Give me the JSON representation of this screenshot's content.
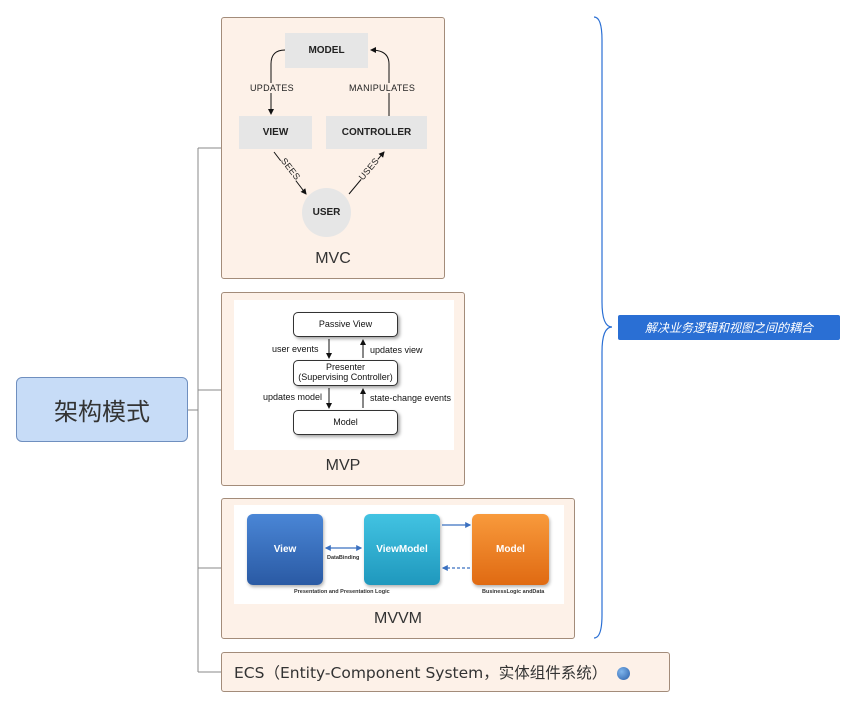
{
  "central_topic": "架构模式",
  "callout": "解决业务逻辑和视图之间的耦合",
  "mvc": {
    "caption": "MVC",
    "model": "MODEL",
    "view": "VIEW",
    "controller": "CONTROLLER",
    "user": "USER",
    "updates": "UPDATES",
    "manipulates": "MANIPULATES",
    "sees": "SEES",
    "uses": "USES"
  },
  "mvp": {
    "caption": "MVP",
    "passive_view": "Passive View",
    "presenter_line1": "Presenter",
    "presenter_line2": "(Supervising Controller)",
    "model": "Model",
    "user_events": "user events",
    "updates_view": "updates view",
    "updates_model": "updates model",
    "state_change_events": "state-change events"
  },
  "mvvm": {
    "caption": "MVVM",
    "view": "View",
    "viewmodel": "ViewModel",
    "model": "Model",
    "databinding": "DataBinding",
    "presentation_logic": "Presentation and Presentation Logic",
    "business_logic": "BusinessLogic andData"
  },
  "ecs": {
    "label": "ECS（Entity-Component System，实体组件系统）",
    "icon": "globe-icon"
  },
  "colors": {
    "central_fill": "#c7dcf7",
    "topic_fill": "#fdf1e8",
    "callout_fill": "#2a6fd4",
    "brace": "#2a6fd4",
    "mvvm_view": "#2f65b3",
    "mvvm_viewmodel": "#24a6c9",
    "mvvm_model": "#f07d1c"
  }
}
